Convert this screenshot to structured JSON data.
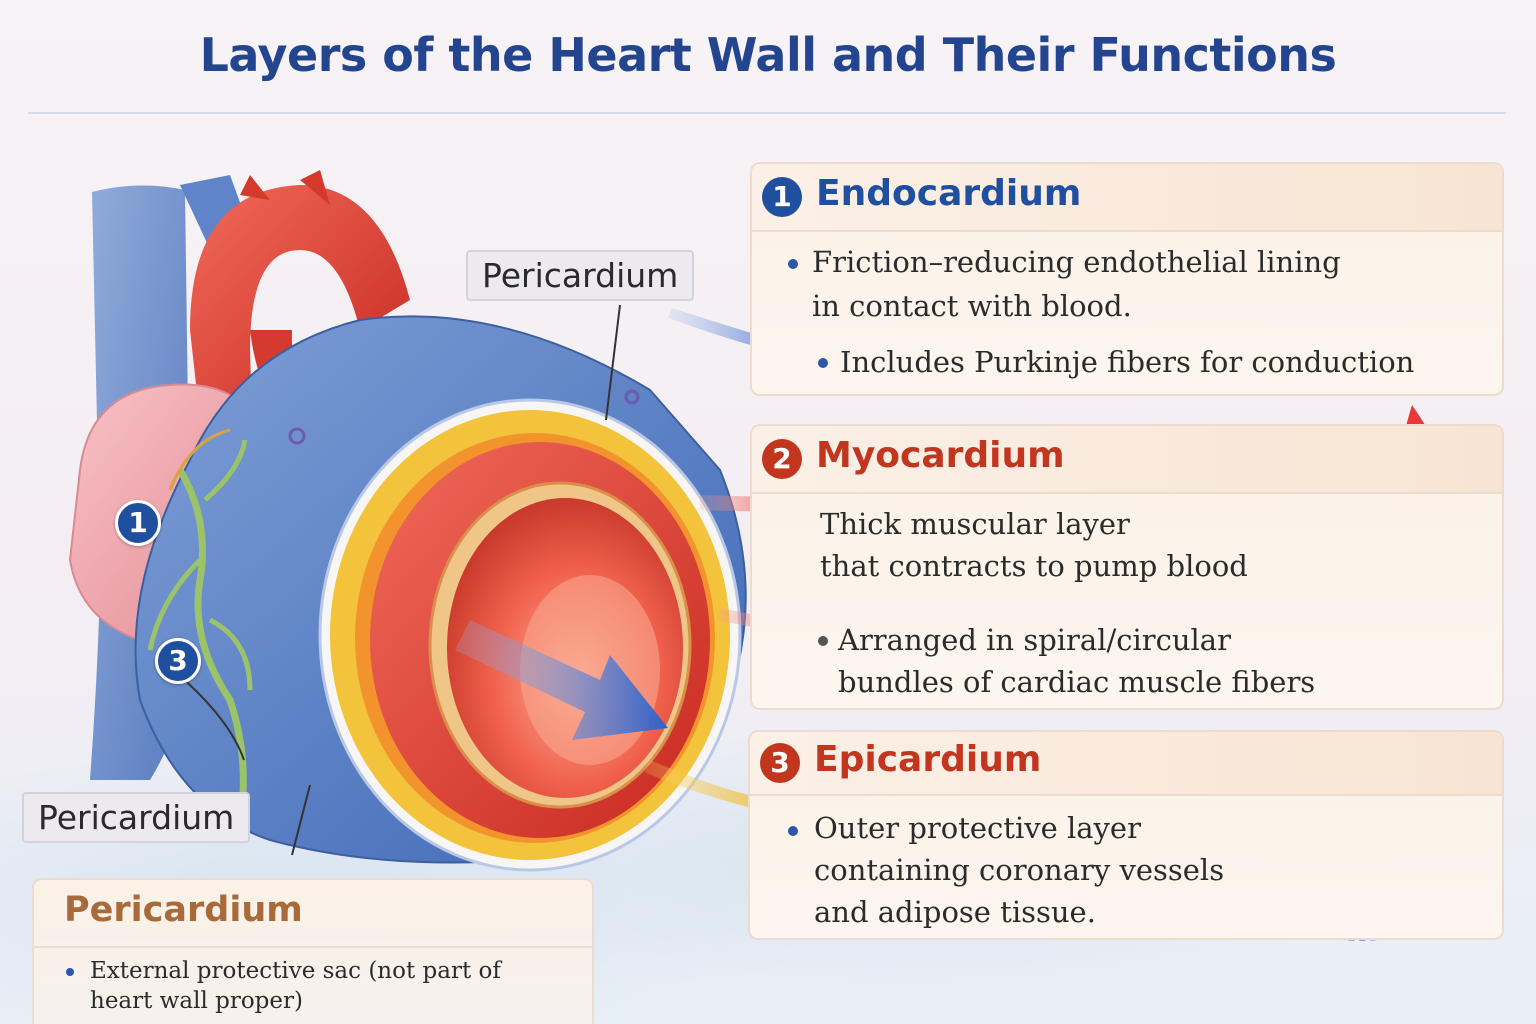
{
  "title": "Layers of the Heart Wall and Their Functions",
  "labels": {
    "pericardium_top": "Pericardium",
    "pericardium_left": "Pericardium"
  },
  "markers": [
    "1",
    "3"
  ],
  "panels": {
    "endocardium": {
      "number": "1",
      "title": "Endocardium",
      "bullet1": [
        "Friction–reducing endothelial lining",
        "in contact with blood."
      ],
      "bullet2": "Includes Purkinje fibers for conduction"
    },
    "myocardium": {
      "number": "2",
      "title": "Myocardium",
      "bullet1": [
        "Thick muscular layer",
        "that contracts to pump blood"
      ],
      "bullet2": [
        "Arranged in spiral/circular",
        "bundles of cardiac muscle fibers"
      ]
    },
    "epicardium": {
      "number": "3",
      "title": "Epicardium",
      "bullet1": [
        "Outer protective layer",
        "containing coronary vessels",
        "and adipose tissue."
      ]
    },
    "pericardium": {
      "title": "Pericardium",
      "bullet1": [
        "External protective sac (not part of",
        "heart wall proper)"
      ]
    }
  },
  "colors": {
    "title": "#23458f",
    "endo": "#1f4f9f",
    "myo": "#c2361f",
    "epi": "#c2361f",
    "peri": "#a86a3a"
  }
}
